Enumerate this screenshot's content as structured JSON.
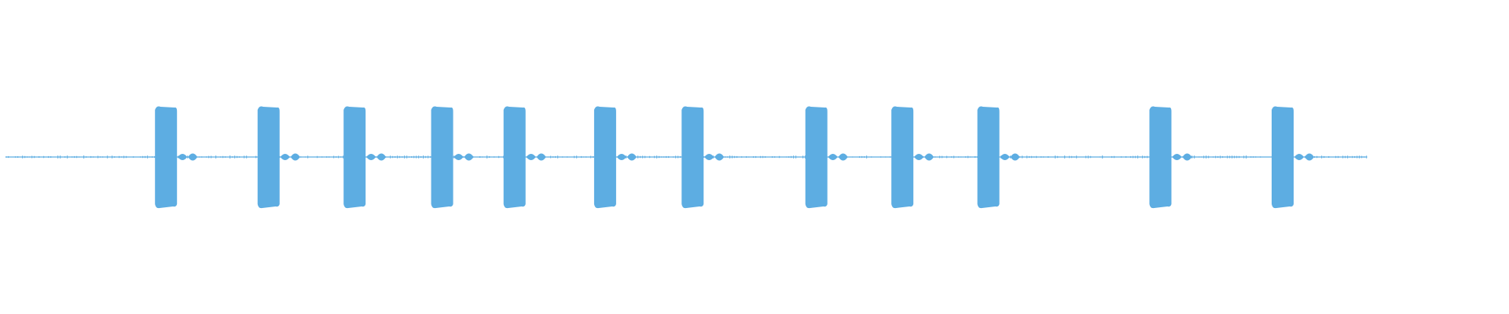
{
  "waveform": {
    "color": "#5DADE2",
    "baseline_level": 0.03,
    "bursts": [
      {
        "time": 0.11,
        "amplitude": 1.0
      },
      {
        "time": 0.178,
        "amplitude": 1.0
      },
      {
        "time": 0.235,
        "amplitude": 1.0
      },
      {
        "time": 0.293,
        "amplitude": 1.0
      },
      {
        "time": 0.341,
        "amplitude": 1.0
      },
      {
        "time": 0.401,
        "amplitude": 1.0
      },
      {
        "time": 0.459,
        "amplitude": 1.0
      },
      {
        "time": 0.541,
        "amplitude": 1.0
      },
      {
        "time": 0.598,
        "amplitude": 1.0
      },
      {
        "time": 0.655,
        "amplitude": 1.0
      },
      {
        "time": 0.769,
        "amplitude": 1.0
      },
      {
        "time": 0.85,
        "amplitude": 1.0
      }
    ],
    "signal_start": 0.004,
    "signal_end": 0.906
  }
}
